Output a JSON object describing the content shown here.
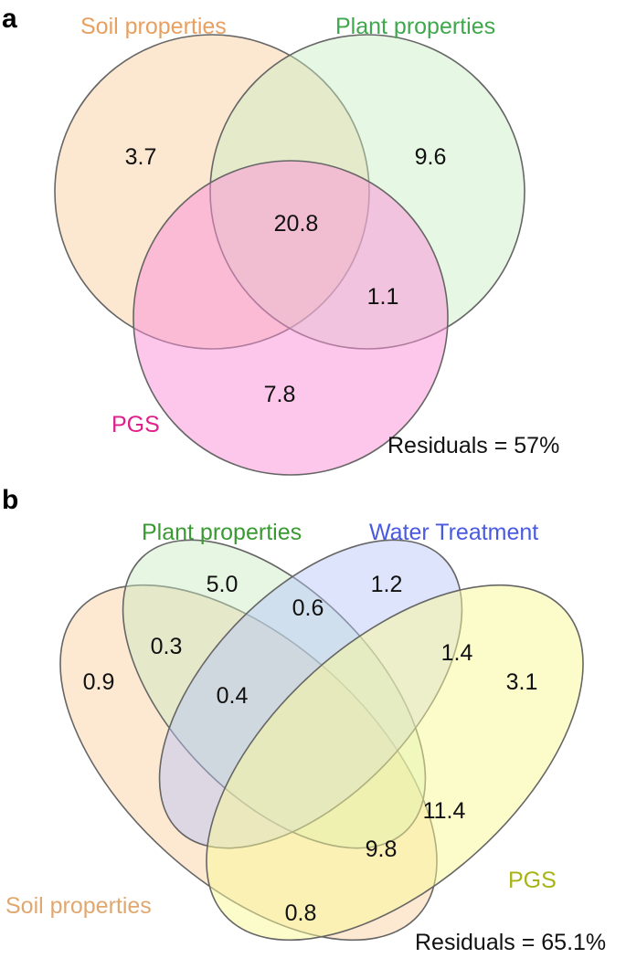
{
  "panel_a": {
    "letter": "a",
    "sets": {
      "soil": {
        "label": "Soil properties",
        "color": "#e8a060",
        "fill": "#f9d4aa"
      },
      "plant": {
        "label": "Plant properties",
        "color": "#3fa84d",
        "fill": "#c8eec4"
      },
      "pgs": {
        "label": "PGS",
        "color": "#e0208a",
        "fill": "#fb90d8"
      }
    },
    "values": {
      "soil_only": "3.7",
      "plant_only": "9.6",
      "all_three": "20.8",
      "plant_pgs": "1.1",
      "pgs_only": "7.8"
    },
    "residuals": "Residuals = 57%"
  },
  "panel_b": {
    "letter": "b",
    "sets": {
      "soil": {
        "label": "Soil properties",
        "color": "#e0a870",
        "fill": "#fbd2a4"
      },
      "plant": {
        "label": "Plant properties",
        "color": "#3a9a32",
        "fill": "#c8ecc0"
      },
      "water": {
        "label": "Water Treatment",
        "color": "#4a5ae0",
        "fill": "#b6c4f8"
      },
      "pgs": {
        "label": "PGS",
        "color": "#a8b416",
        "fill": "#fafa98"
      }
    },
    "values": {
      "plant_only": "5.0",
      "water_only": "1.2",
      "plant_water": "0.6",
      "soil_plant": "0.3",
      "water_pgs": "1.4",
      "soil_only": "0.9",
      "soil_plant_water": "0.4",
      "pgs_only": "3.1",
      "water_pgs_plant": "11.4",
      "soil_pgs_water": "9.8",
      "soil_pgs": "0.8"
    },
    "residuals": "Residuals = 65.1%"
  }
}
